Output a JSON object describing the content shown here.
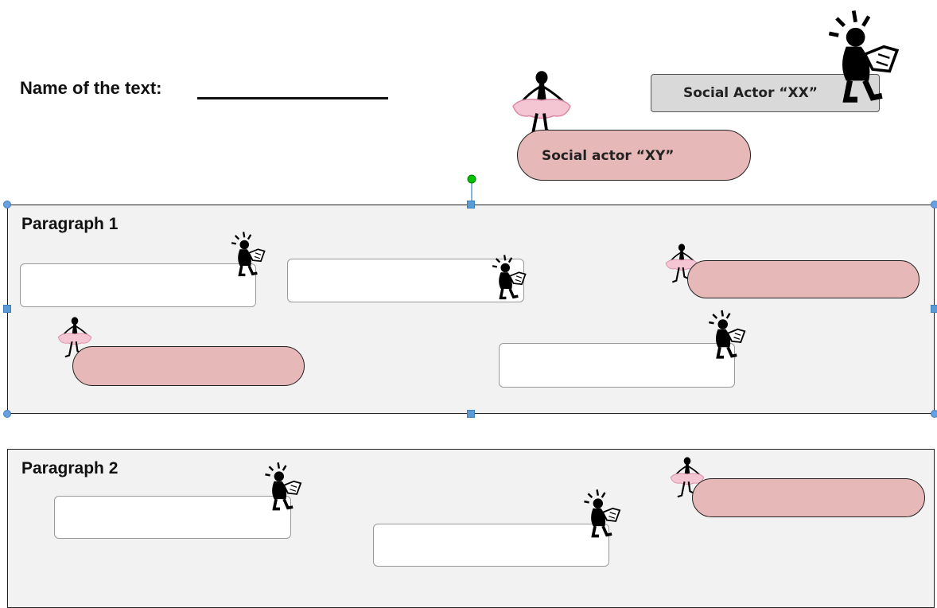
{
  "header": {
    "name_label": "Name of the text:"
  },
  "legend": {
    "actor_xx": "Social Actor “XX”",
    "actor_xy": "Social actor “XY”"
  },
  "paragraphs": [
    {
      "title": "Paragraph 1"
    },
    {
      "title": "Paragraph 2"
    }
  ],
  "colors": {
    "pill_fill": "#e6b8b7",
    "gray_box": "#d9d9d9",
    "panel_bg": "#f2f2f2",
    "selection_handle": "#5b9bd5",
    "rotation_handle": "#00c000"
  },
  "icons": [
    "reader-figure-icon",
    "ballerina-figure-icon"
  ]
}
